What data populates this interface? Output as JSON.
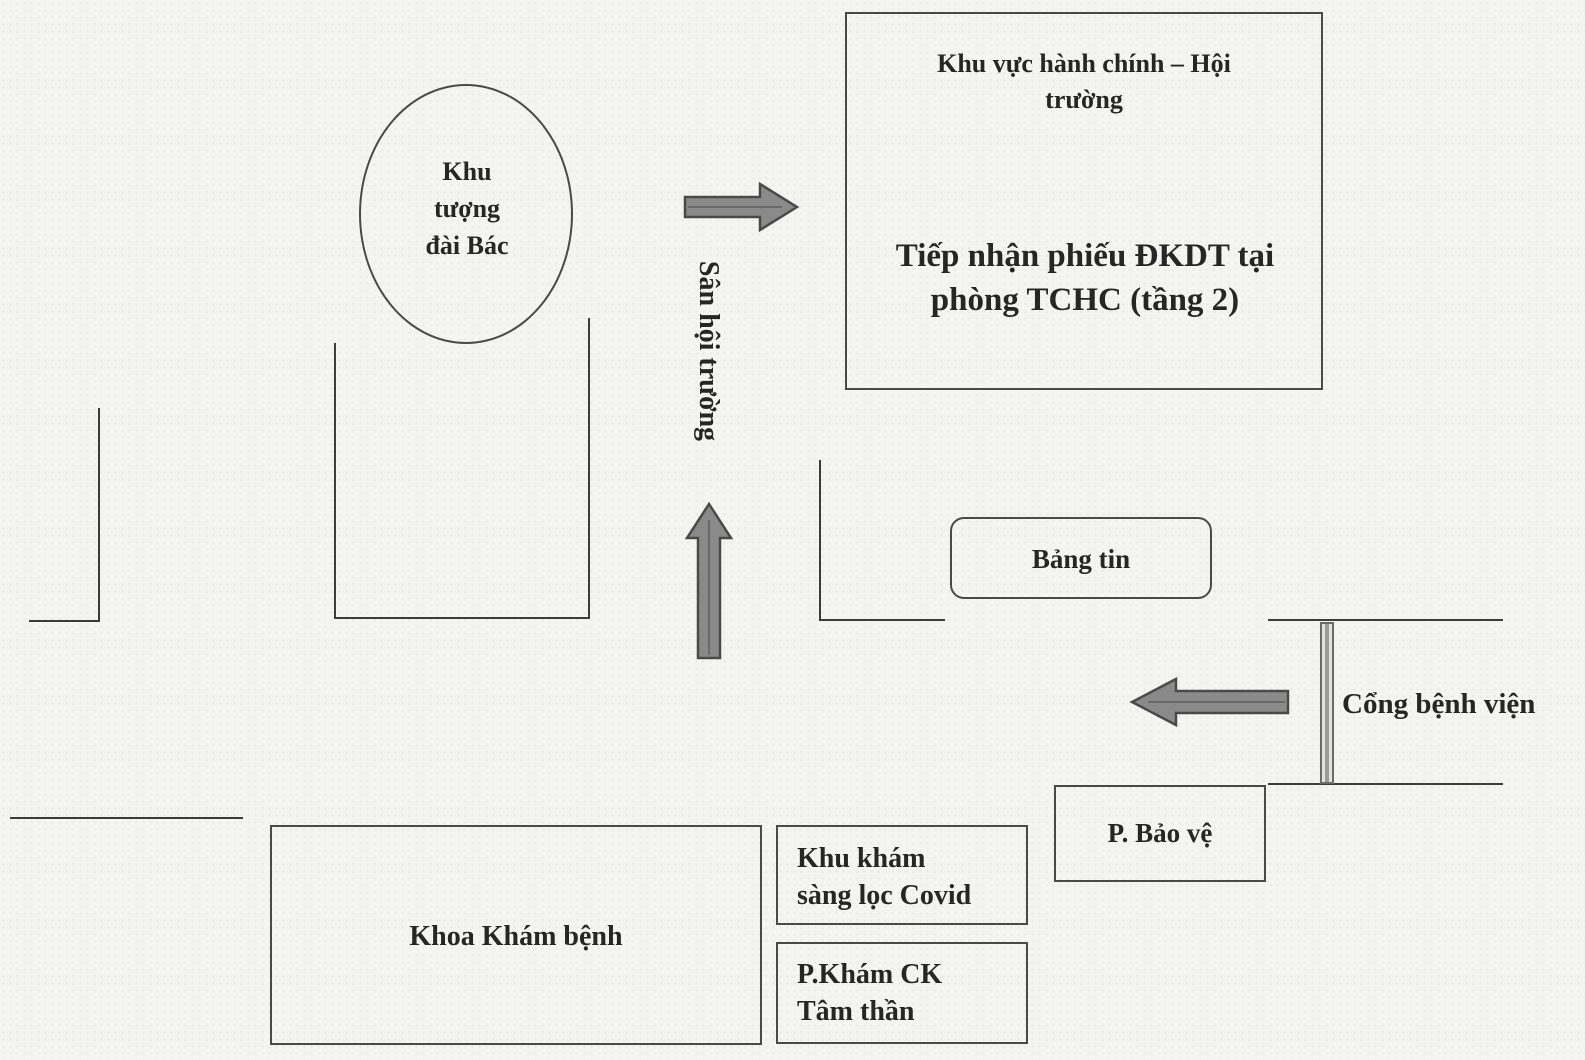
{
  "colors": {
    "background": "#f4f4f2",
    "line": "#3c3c3c",
    "arrow_fill": "#8a8a8a",
    "arrow_stroke": "#4a4a4a",
    "text": "#262626"
  },
  "statue": {
    "line1": "Khu",
    "line2": "tượng",
    "line3": "đài Bác"
  },
  "admin_area": {
    "title_line1": "Khu vực hành chính – Hội",
    "title_line2": "trường",
    "note_line1": "Tiếp nhận phiếu ĐKDT tại",
    "note_line2": "phòng TCHC (tầng 2)"
  },
  "courtyard_label": "Sân hội trường",
  "news_board_label": "Bảng tin",
  "gate_label": "Cổng bệnh viện",
  "guard_room_label": "P. Bảo vệ",
  "exam_dept_label": "Khoa Khám bệnh",
  "covid_area": {
    "line1": "Khu khám",
    "line2": "sàng lọc Covid"
  },
  "psych_room": {
    "line1": "P.Khám CK",
    "line2": "Tâm thần"
  },
  "arrows": [
    {
      "name": "arrow-to-admin-area",
      "icon": "arrow-right-icon"
    },
    {
      "name": "arrow-up-courtyard",
      "icon": "arrow-up-icon"
    },
    {
      "name": "arrow-from-gate",
      "icon": "arrow-left-icon"
    }
  ]
}
